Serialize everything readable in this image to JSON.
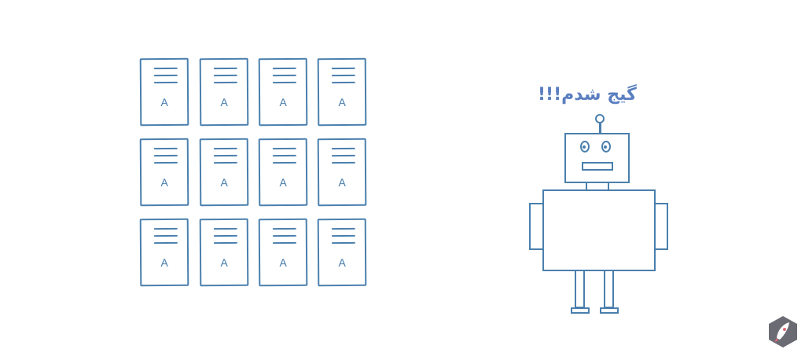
{
  "scene": {
    "documents": {
      "rows": 3,
      "cols": 4,
      "items": [
        {
          "letter": "A"
        },
        {
          "letter": "A"
        },
        {
          "letter": "A"
        },
        {
          "letter": "A"
        },
        {
          "letter": "A"
        },
        {
          "letter": "A"
        },
        {
          "letter": "A"
        },
        {
          "letter": "A"
        },
        {
          "letter": "A"
        },
        {
          "letter": "A"
        },
        {
          "letter": "A"
        },
        {
          "letter": "A"
        }
      ]
    },
    "robot": {
      "speech": "گیج شدم!!!"
    },
    "watermark": {
      "icon": "rocket-hexagon-logo"
    },
    "colors": {
      "line": "#4a7fad",
      "speech_text": "#5a7fc0",
      "watermark_bg": "#6b6b73",
      "background": "#ffffff"
    }
  }
}
